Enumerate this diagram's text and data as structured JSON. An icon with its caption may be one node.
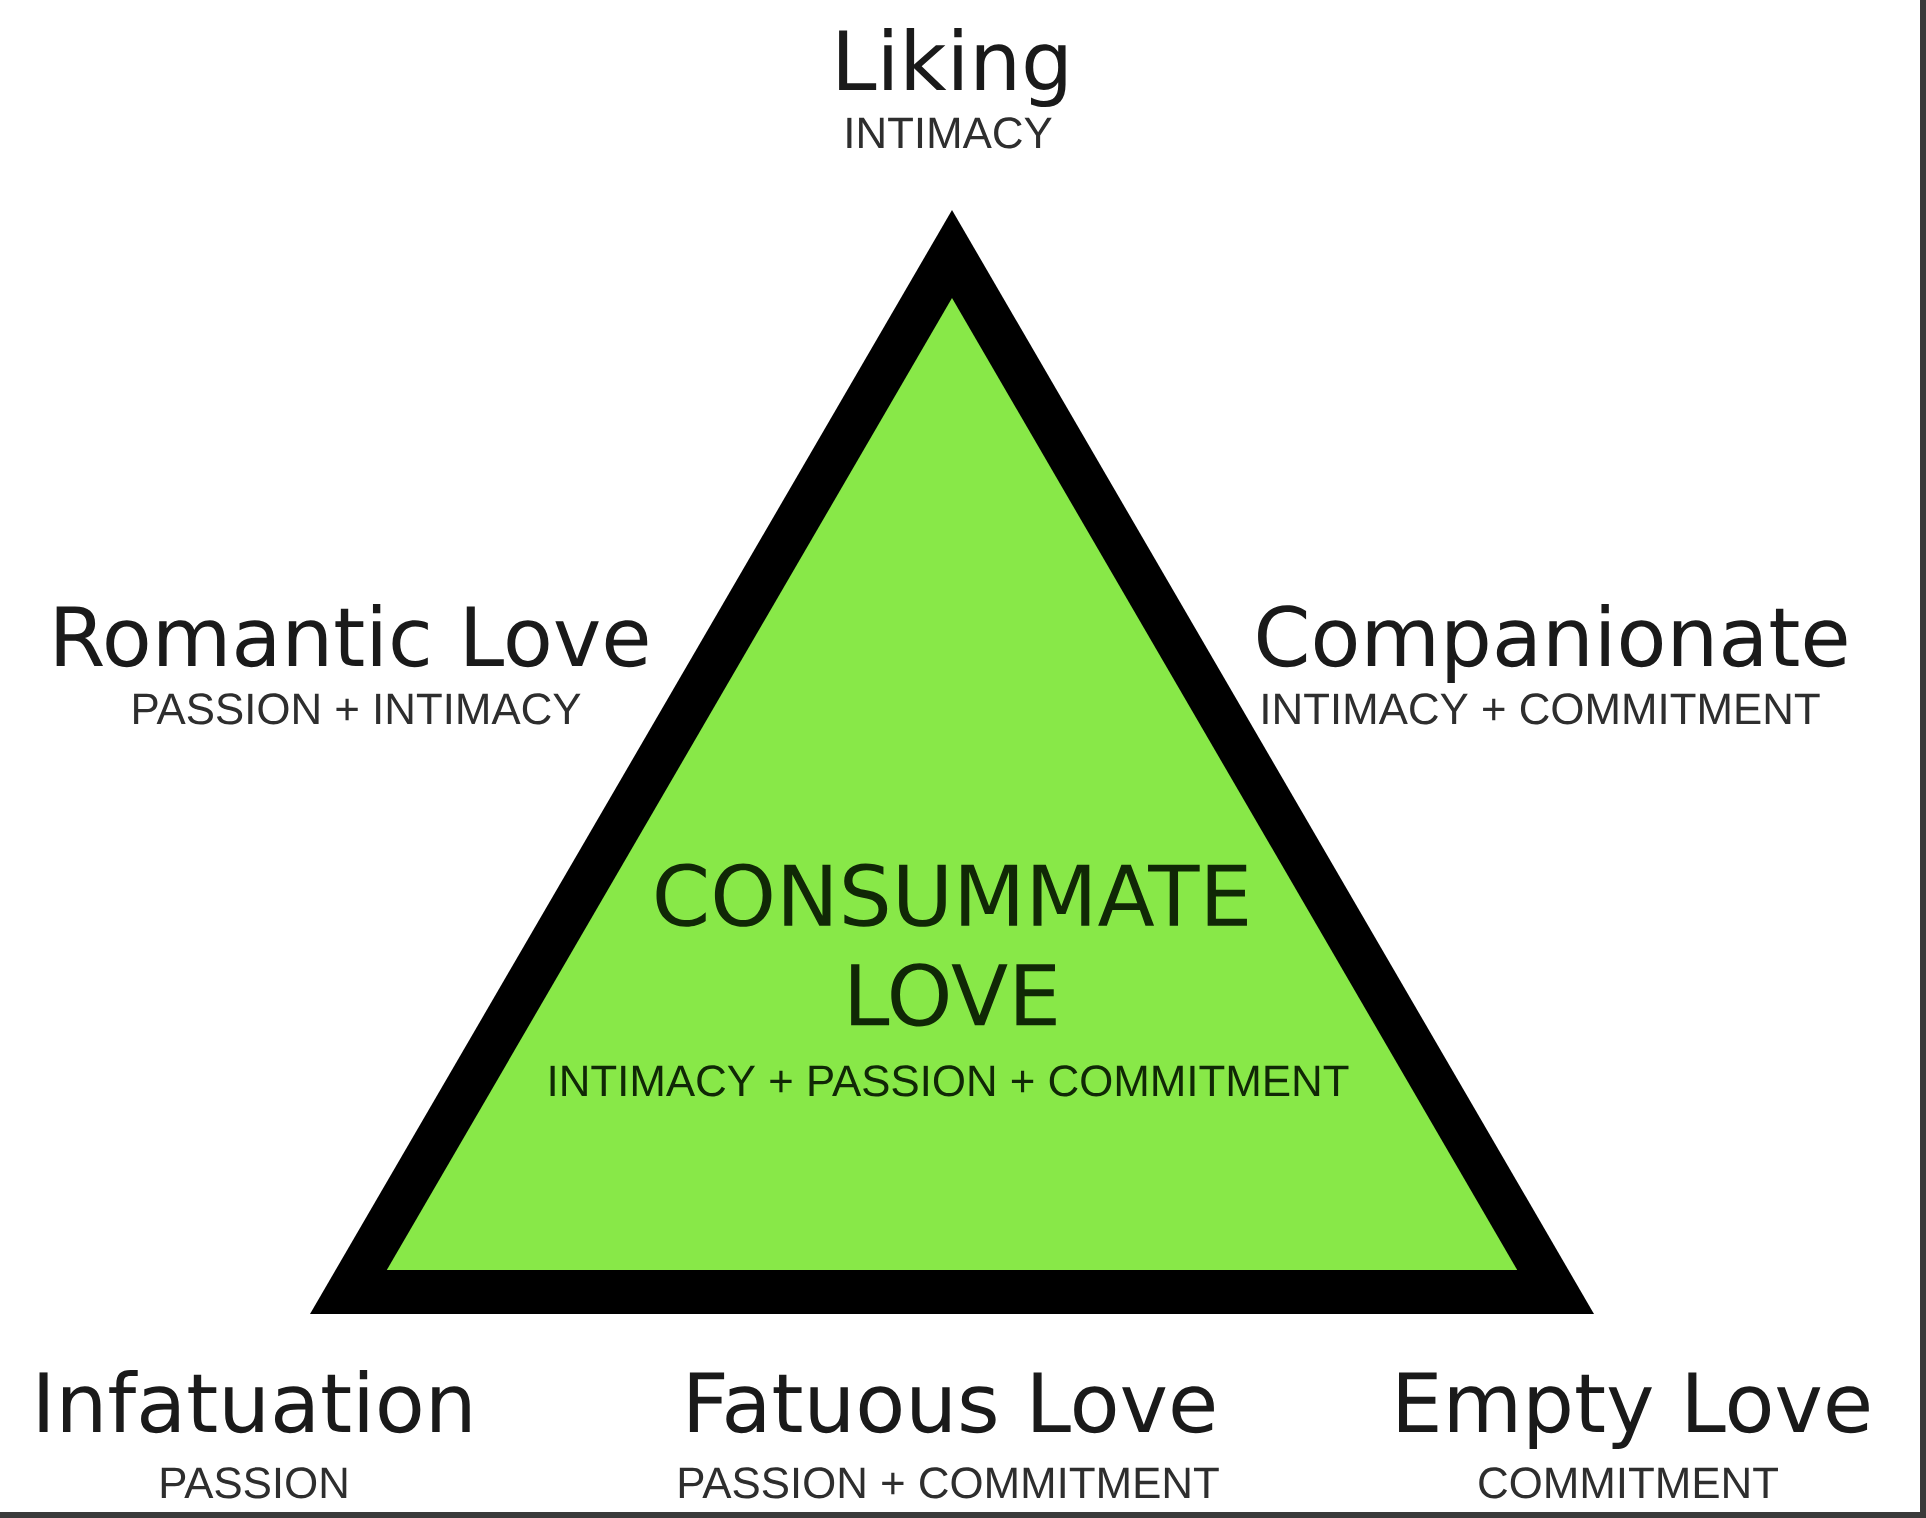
{
  "diagram": {
    "nodes": [
      {
        "text": [
          "CONSUMMATE LOVE",
          "INTIMACY + PASSION + COMMITMENT"
        ]
      }
    ],
    "labels": [
      "Liking",
      "INTIMACY",
      "Romantic Love",
      "PASSION + INTIMACY",
      "Companionate",
      "INTIMACY + COMMITMENT",
      "Infatuation",
      "PASSION",
      "Fatuous Love",
      "PASSION + COMMITMENT",
      "Empty Love",
      "COMMITMENT"
    ]
  }
}
